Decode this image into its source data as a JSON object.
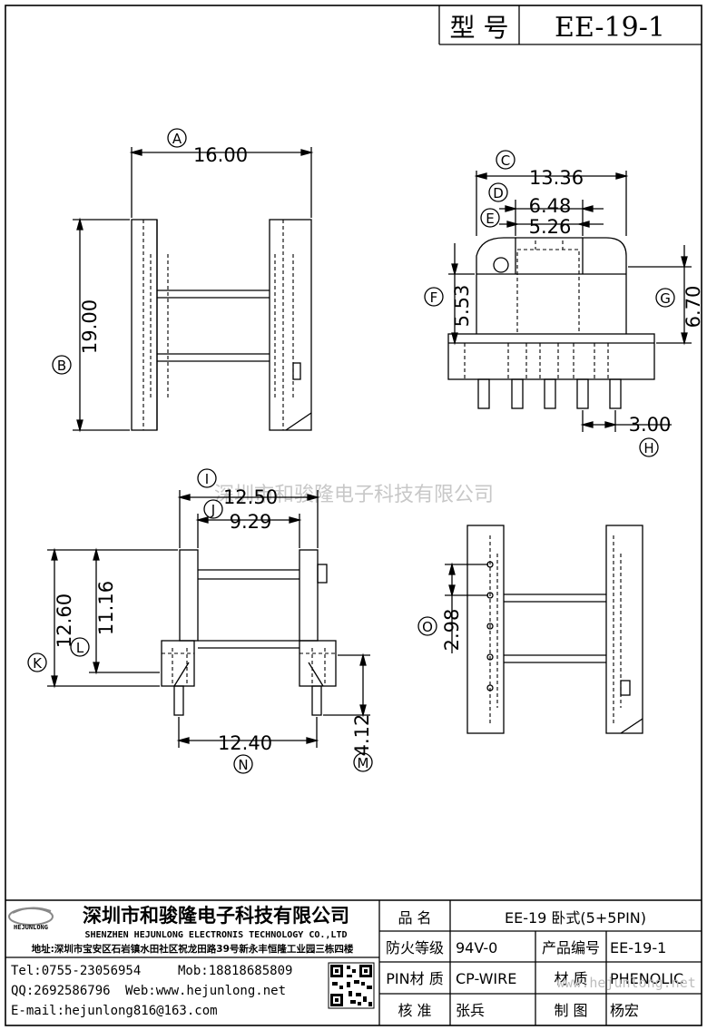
{
  "header": {
    "model_label": "型 号",
    "model_value": "EE-19-1"
  },
  "watermark": {
    "center": "深圳市和骏隆电子科技有限公司",
    "bottom": "www.hejunlong.net"
  },
  "views": {
    "front": {
      "A": {
        "mark": "A",
        "value": "16.00"
      },
      "B": {
        "mark": "B",
        "value": "19.00"
      }
    },
    "side": {
      "C": {
        "mark": "C",
        "value": "13.36"
      },
      "D": {
        "mark": "D",
        "value": "6.48"
      },
      "E": {
        "mark": "E",
        "value": "5.26"
      },
      "F": {
        "mark": "F",
        "value": "5.53"
      },
      "G": {
        "mark": "G",
        "value": "6.70"
      },
      "H": {
        "mark": "H",
        "value": "3.00"
      }
    },
    "lower": {
      "I": {
        "mark": "I",
        "value": "12.50"
      },
      "J": {
        "mark": "J",
        "value": "9.29"
      },
      "K": {
        "mark": "K",
        "value": "12.60"
      },
      "L": {
        "mark": "L",
        "value": "11.16"
      },
      "M": {
        "mark": "M",
        "value": "4.12"
      },
      "N": {
        "mark": "N",
        "value": "12.40"
      }
    },
    "bottom": {
      "O": {
        "mark": "O",
        "value": "2.98"
      }
    }
  },
  "company": {
    "logo_text": "HEJUNLONG",
    "name_cn": "深圳市和骏隆电子科技有限公司",
    "name_en": "SHENZHEN HEJUNLONG ELECTRONIS TECHNOLOGY CO.,LTD",
    "address": "地址:深圳市宝安区石岩镇水田社区祝龙田路39号新永丰恒隆工业园三栋四楼",
    "tel": "Tel:0755-23056954",
    "mob": "Mob:18818685809",
    "qq": "QQ:2692586796",
    "web": "Web:www.hejunlong.net",
    "email": "E-mail:hejunlong816@163.com"
  },
  "spec": {
    "name_label": "品 名",
    "name_value": "EE-19 卧式(5+5PIN)",
    "fire_label": "防火等级",
    "fire_value": "94V-0",
    "code_label": "产品编号",
    "code_value": "EE-19-1",
    "pin_label": "PIN材 质",
    "pin_value": "CP-WIRE",
    "mat_label": "材 质",
    "mat_value": "PHENOLIC",
    "check_label": "核 准",
    "check_value": "张兵",
    "draw_label": "制 图",
    "draw_value": "杨宏"
  }
}
